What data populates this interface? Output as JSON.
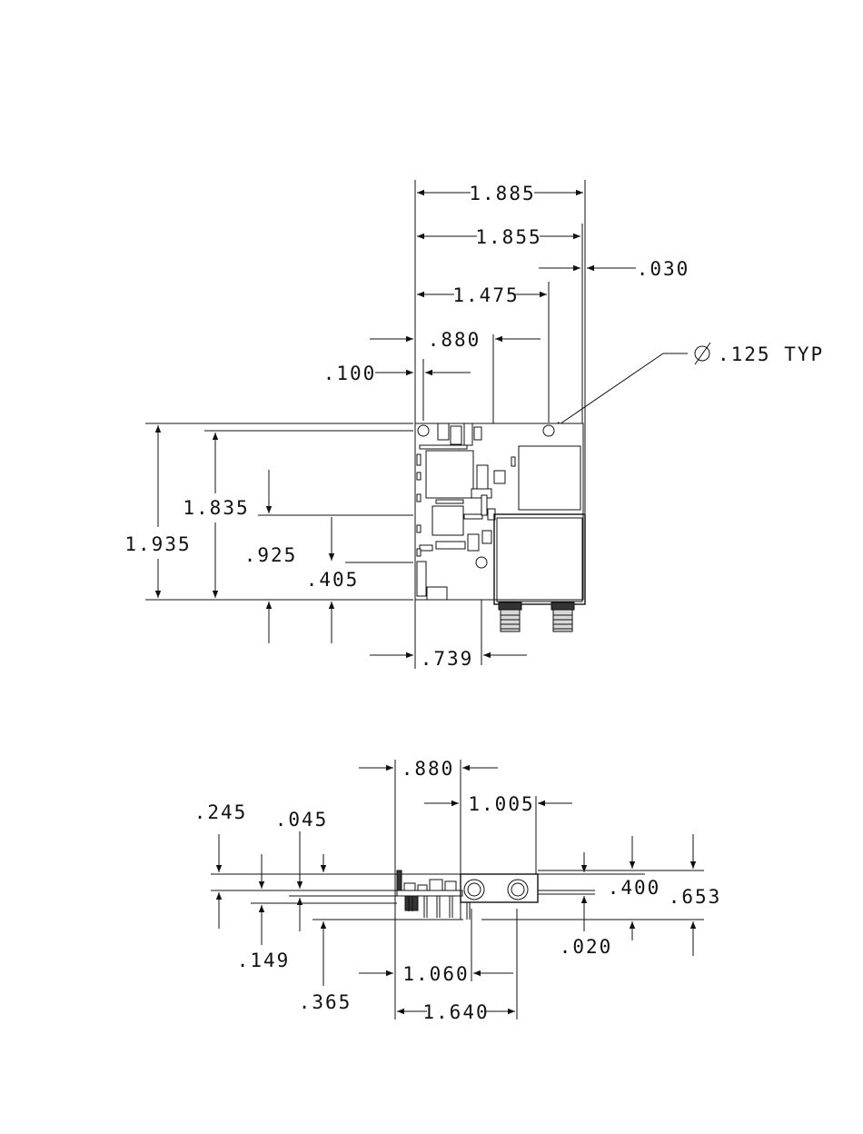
{
  "top_view": {
    "dims": {
      "width_overall": "1.885",
      "width_board": "1.855",
      "edge_offset": ".030",
      "hole_spacing_x": "1.475",
      "module_offset": ".880",
      "hole_offset_x": ".100",
      "hole_diameter": ".125 TYP",
      "height_overall": "1.935",
      "hole_spacing_y": "1.835",
      "module_height": ".925",
      "hole_offset_y": ".405",
      "hole_offset_x2": ".739"
    }
  },
  "side_view": {
    "dims": {
      "module_offset": ".880",
      "module_width": "1.005",
      "board_thickness": ".245",
      "gap": ".045",
      "pin_length": ".149",
      "pin_offset": ".365",
      "conn_offset_1": "1.060",
      "conn_offset_2": "1.640",
      "module_height": ".400",
      "overall_height": ".653",
      "standoff": ".020"
    }
  }
}
